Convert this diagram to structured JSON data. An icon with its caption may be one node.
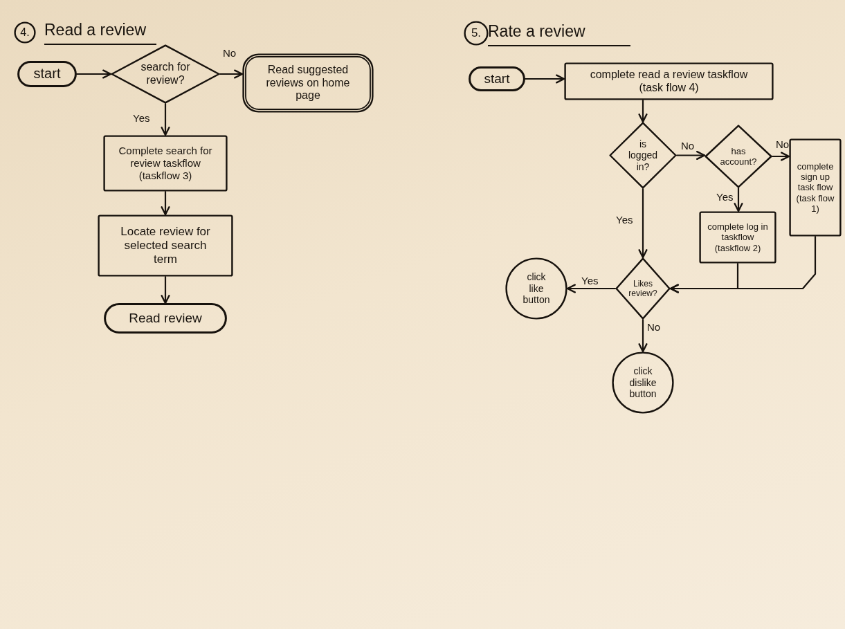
{
  "diagram": {
    "nodes": [
      {
        "text": [
          "4."
        ],
        "beside": [
          "Read a review"
        ]
      },
      {
        "text": [
          "start"
        ]
      },
      {
        "text": [
          "search for review?"
        ]
      },
      {
        "text": [
          "Read suggested reviews on home page"
        ]
      },
      {
        "text": [
          "Complete search for review taskflow (taskflow 3)"
        ]
      },
      {
        "text": [
          "Locate review for selected search term"
        ]
      },
      {
        "text": [
          "Read review"
        ]
      },
      {
        "text": [
          "5."
        ],
        "beside": [
          "Rate a review"
        ]
      },
      {
        "text": [
          "start"
        ]
      },
      {
        "text": [
          "complete read a review taskflow (task flow 4)"
        ]
      },
      {
        "text": [
          "is logged in?"
        ]
      },
      {
        "text": [
          "has account?"
        ]
      },
      {
        "text": [
          "complete sign up task flow (task flow 1)"
        ]
      },
      {
        "text": [
          "complete log in taskflow (taskflow 2)"
        ]
      },
      {
        "text": [
          "Likes review?"
        ]
      },
      {
        "text": [
          "click like button"
        ]
      },
      {
        "text": [
          "click dislike button"
        ]
      }
    ],
    "edges": [
      {
        "from": 1,
        "to": 2,
        "arrow": "to"
      },
      {
        "from": 2,
        "to": 3,
        "arrow": "to",
        "label": "No"
      },
      {
        "from": 2,
        "to": 4,
        "arrow": "to",
        "label": "Yes"
      },
      {
        "from": 4,
        "to": 5,
        "arrow": "to"
      },
      {
        "from": 5,
        "to": 6,
        "arrow": "to"
      },
      {
        "from": 8,
        "to": 9,
        "arrow": "to"
      },
      {
        "from": 9,
        "to": 10,
        "arrow": "to"
      },
      {
        "from": 10,
        "to": 11,
        "arrow": "to",
        "label": "No"
      },
      {
        "from": 11,
        "to": 12,
        "arrow": "to",
        "label": "No"
      },
      {
        "from": 11,
        "to": 13,
        "arrow": "to",
        "label": "Yes"
      },
      {
        "from": 10,
        "to": 14,
        "arrow": "to",
        "label": "Yes"
      },
      {
        "from": 13,
        "to": 14,
        "arrow": "to"
      },
      {
        "from": 12,
        "to": 14,
        "arrow": "to"
      },
      {
        "from": 14,
        "to": 15,
        "arrow": "to",
        "label": "Yes"
      },
      {
        "from": 14,
        "to": 16,
        "arrow": "to",
        "label": "No"
      }
    ]
  }
}
